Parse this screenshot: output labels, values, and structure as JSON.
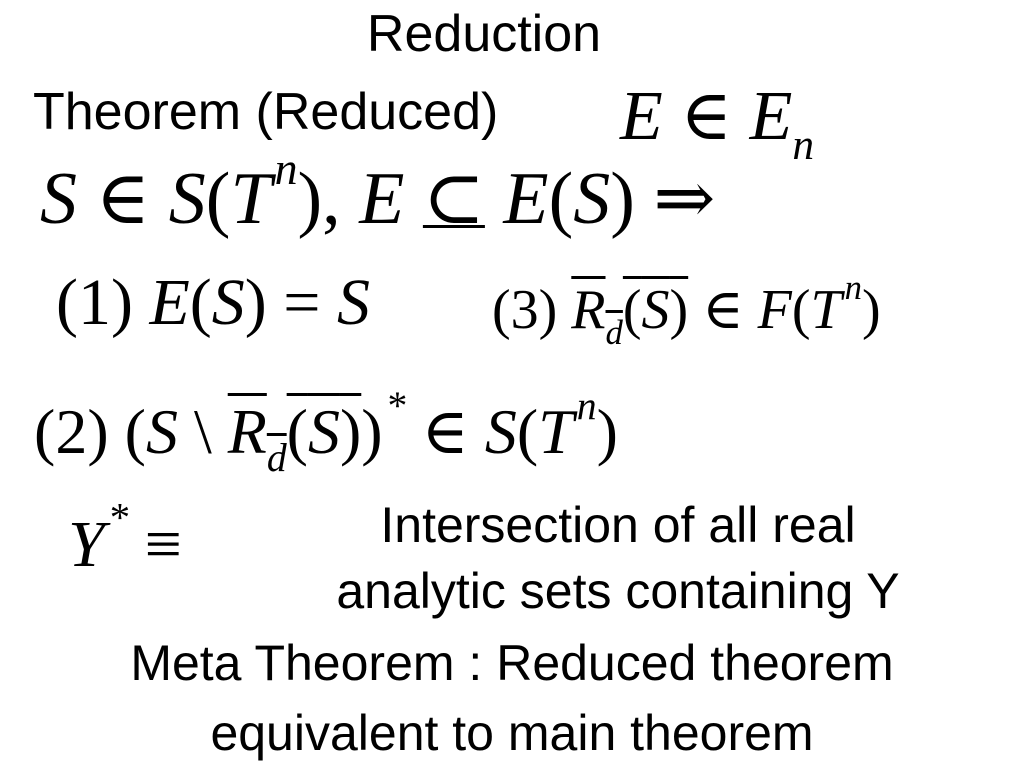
{
  "title": {
    "line1": "Reduction",
    "line2": "Theorem (Reduced)"
  },
  "formulas": {
    "e_membership": "E ∈ Eₙ",
    "hypothesis": "S ∈ S(Tⁿ), E ⊆ E(S) ⇒",
    "item1": "(1) E(S) = S",
    "item3": "(3) R_d(S) ∈ F(Tⁿ)",
    "item2": "(2) (S \\ R_d(S))* ∈ S(Tⁿ)",
    "ystar_def": "Y* ≡"
  },
  "definition": {
    "line1": "Intersection of all real",
    "line2": "analytic sets containing Y"
  },
  "meta": {
    "line1": "Meta Theorem : Reduced theorem",
    "line2": "equivalent to main theorem"
  }
}
